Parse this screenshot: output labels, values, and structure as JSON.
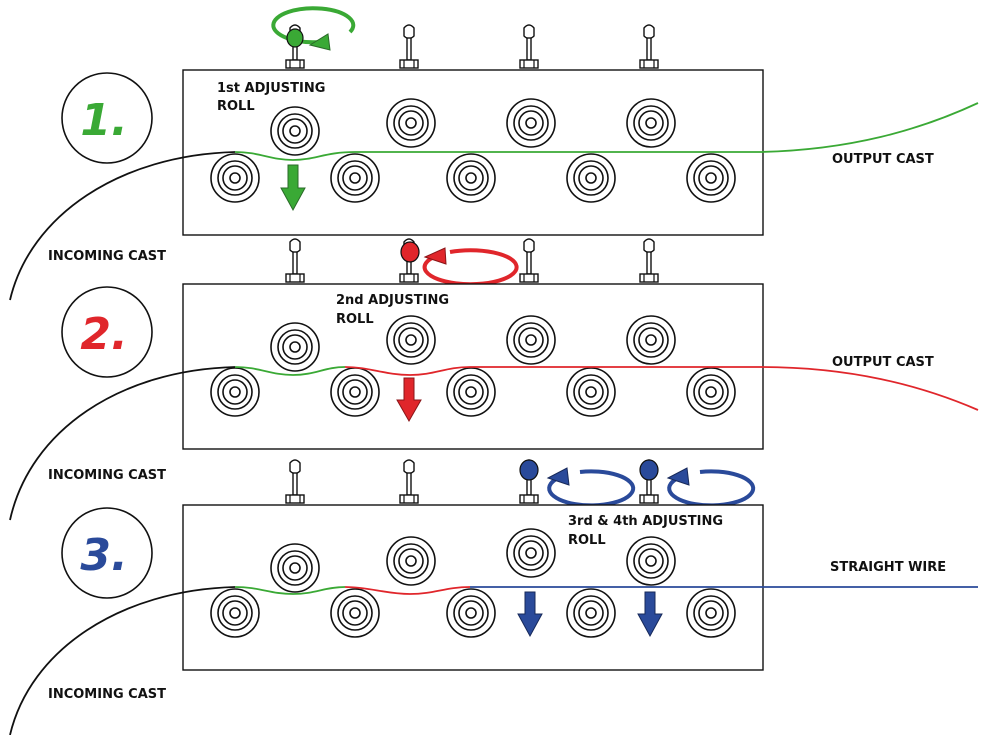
{
  "colors": {
    "stage1": "#3aa935",
    "stage2": "#e0262b",
    "stage3": "#2a4a9a",
    "outline": "#111111",
    "background": "#ffffff"
  },
  "stages": [
    {
      "number": "1.",
      "color": "#3aa935",
      "roll_label_lines": [
        "1st ADJUSTING",
        "ROLL"
      ],
      "incoming_label": "INCOMING CAST",
      "output_label": "OUTPUT CAST"
    },
    {
      "number": "2.",
      "color": "#e0262b",
      "roll_label_lines": [
        "2nd ADJUSTING",
        "ROLL"
      ],
      "incoming_label": "INCOMING CAST",
      "output_label": "OUTPUT CAST"
    },
    {
      "number": "3.",
      "color": "#2a4a9a",
      "roll_label_lines": [
        "3rd & 4th ADJUSTING",
        "ROLL"
      ],
      "incoming_label": "INCOMING CAST",
      "output_label": "STRAIGHT WIRE"
    }
  ]
}
